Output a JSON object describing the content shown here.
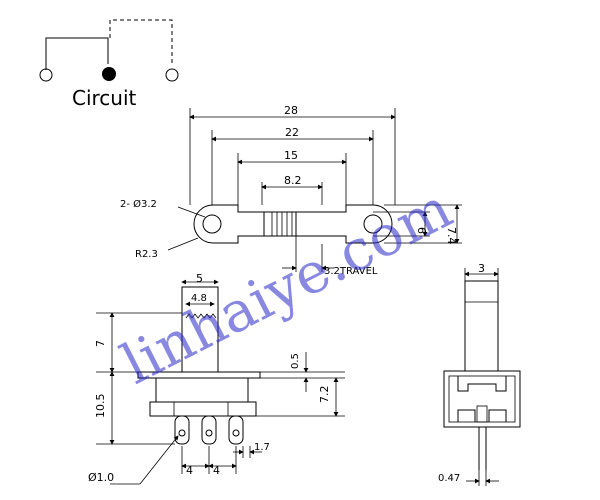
{
  "circuit": {
    "caption": "Circuit"
  },
  "top_view": {
    "dim_overall": "28",
    "dim_holes": "22",
    "dim_body": "15",
    "dim_slot": "8.2",
    "dim_hole_dia": "2- Ø3.2",
    "dim_radius": "R2.3",
    "dim_travel": "3.2TRAVEL",
    "dim_height_inner": "6",
    "dim_height_outer": "7.4"
  },
  "front_view": {
    "dim_actuator_width": "5",
    "dim_actuator_inner": "4.8",
    "dim_actuator_height": "7",
    "dim_body_height": "10.5",
    "dim_flange": "0.5",
    "dim_body_part": "7.2",
    "dim_pin_pitch_1": "4",
    "dim_pin_pitch_2": "4",
    "dim_pin_width": "1.7",
    "dim_pin_hole": "Ø1.0"
  },
  "side_view": {
    "dim_actuator": "3",
    "dim_pin": "0.47"
  },
  "watermark": "linhaiye.com",
  "colors": {
    "line": "#000000",
    "watermark": "#2727c9"
  }
}
